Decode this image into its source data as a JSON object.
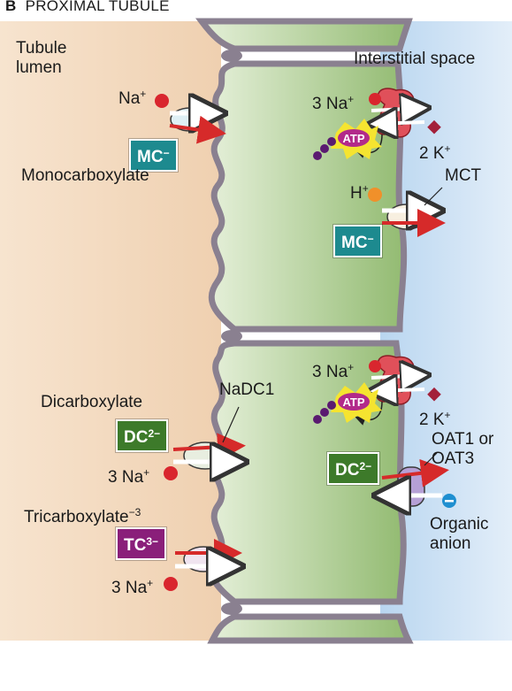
{
  "panel_letter": "B",
  "panel_title": "PROXIMAL TUBULE",
  "labels": {
    "tubule_lumen": "Tubule\nlumen",
    "interstitial_space": "Interstitial space",
    "monocarboxylate": "Monocarboxylate",
    "mct": "MCT",
    "dicarboxylate": "Dicarboxylate",
    "nadc1": "NaDC1",
    "tricarboxylate": "Tricarboxylate",
    "tricarboxylate_charge": "−3",
    "oat": "OAT1 or\nOAT3",
    "organic_anion": "Organic\nanion",
    "atp": "ATP"
  },
  "ions": {
    "na": "Na",
    "na_charge": "+",
    "three_na": "3 Na",
    "two_k": "2 K",
    "h": "H",
    "plus": "+"
  },
  "boxes": {
    "mc": "MC",
    "mc_charge": "−",
    "dc": "DC",
    "dc_charge": "2−",
    "tc": "TC",
    "tc_charge": "3−"
  },
  "colors": {
    "lumen": "#f3dcc3",
    "cell": "#a9c98c",
    "interstitium": "#cfe2f3",
    "membrane": "#8a8090",
    "sodium": "#d9262e",
    "potassium": "#a3203a",
    "proton": "#f0902a",
    "anion": "#1f8fd0",
    "pump": "#e0505a",
    "arrow": "#d62a2a",
    "mc_box": "#1d8a8f",
    "dc_box": "#3d7a2a",
    "tc_box": "#8a1f7a"
  }
}
